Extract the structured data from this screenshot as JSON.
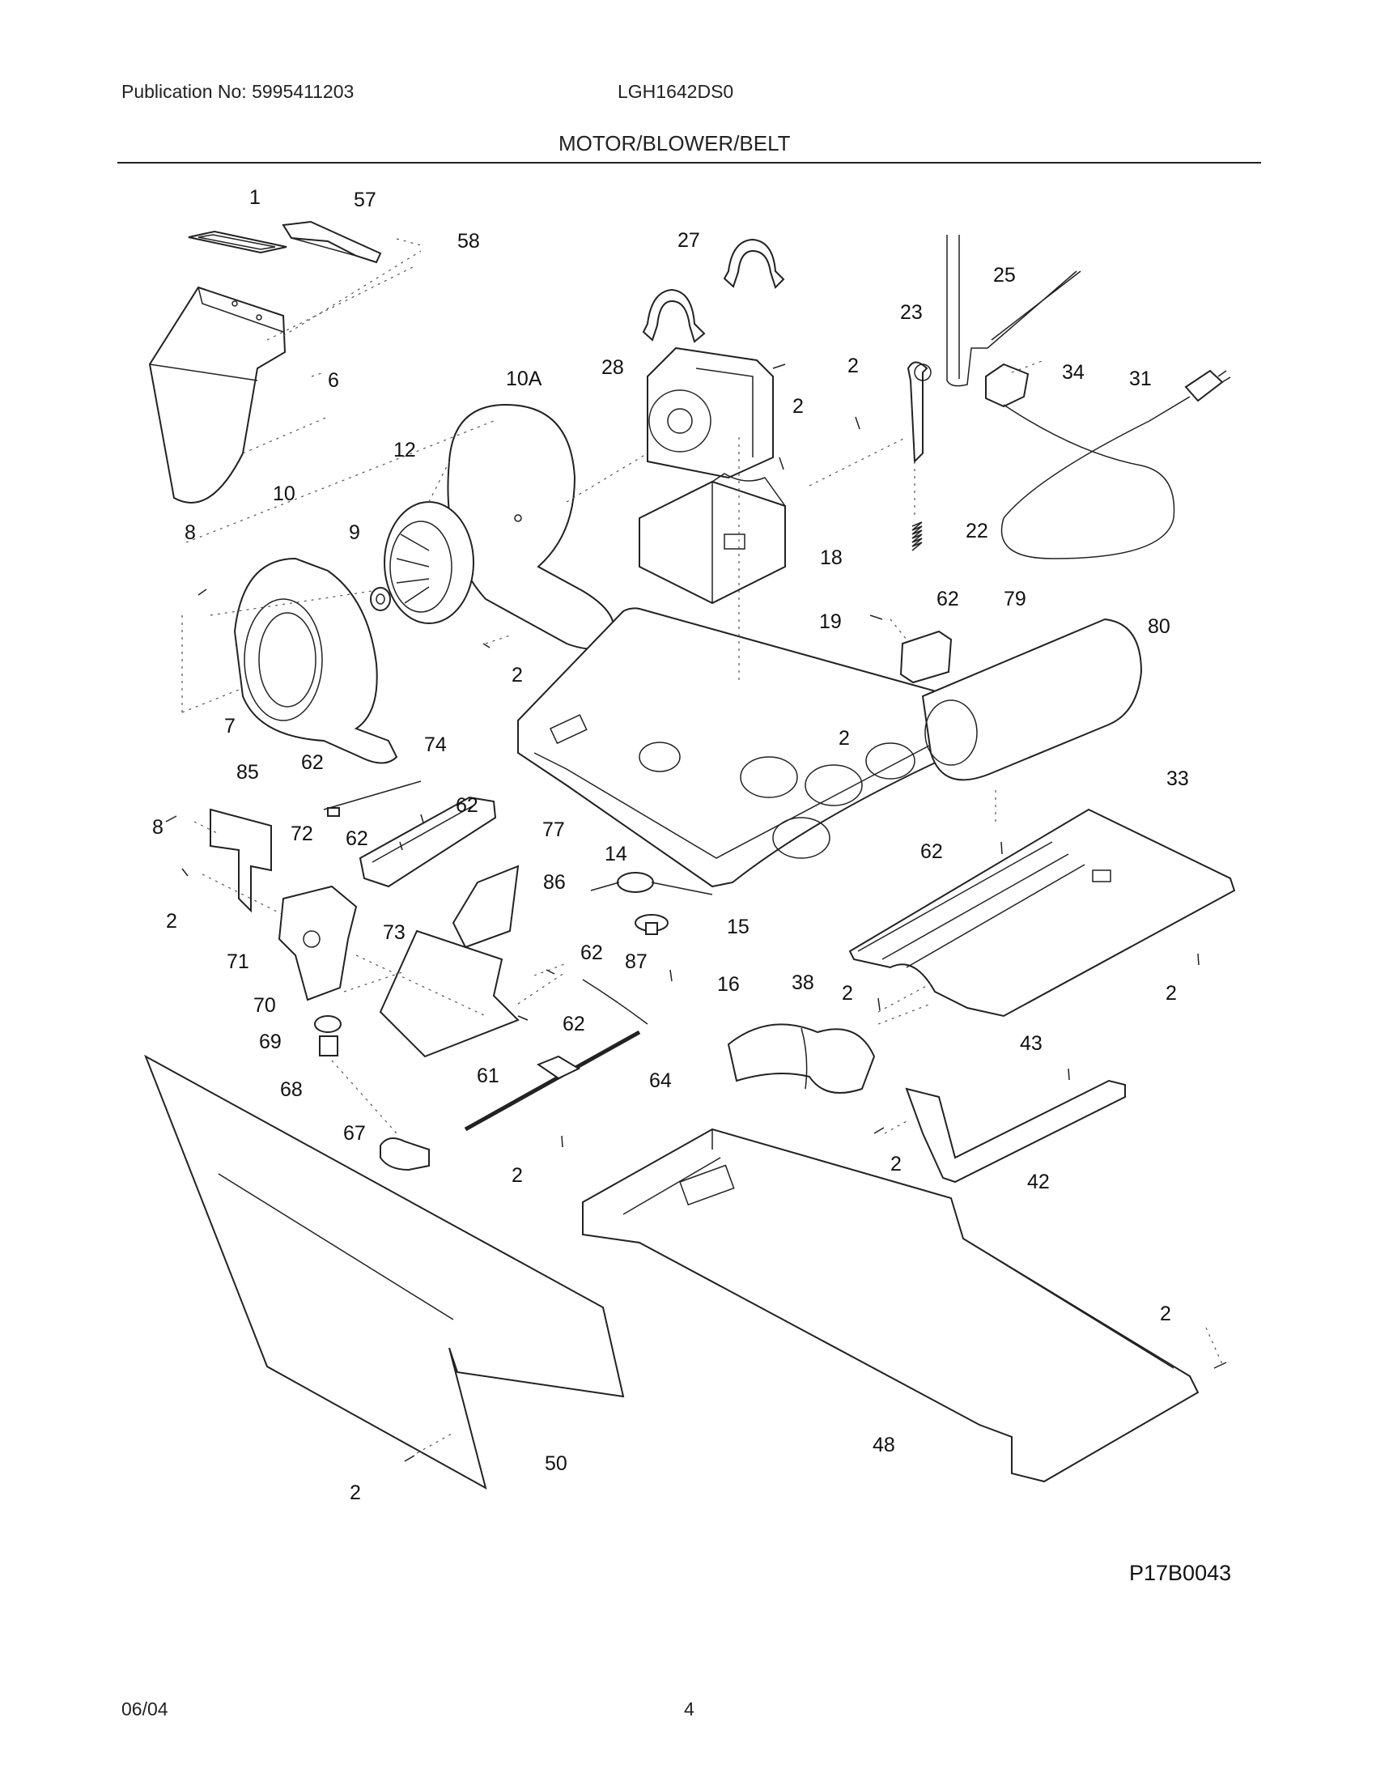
{
  "header": {
    "publication": "Publication No: 5995411203",
    "model": "LGH1642DS0",
    "section_title": "MOTOR/BLOWER/BELT"
  },
  "diagram": {
    "callouts": [
      {
        "id": "c1",
        "text": "1"
      },
      {
        "id": "c57",
        "text": "57"
      },
      {
        "id": "c58",
        "text": "58"
      },
      {
        "id": "c6",
        "text": "6"
      },
      {
        "id": "c27",
        "text": "27"
      },
      {
        "id": "c25",
        "text": "25"
      },
      {
        "id": "c23",
        "text": "23"
      },
      {
        "id": "c28",
        "text": "28"
      },
      {
        "id": "c10A",
        "text": "10A"
      },
      {
        "id": "c2a",
        "text": "2"
      },
      {
        "id": "c2b",
        "text": "2"
      },
      {
        "id": "c34",
        "text": "34"
      },
      {
        "id": "c31",
        "text": "31"
      },
      {
        "id": "c12",
        "text": "12"
      },
      {
        "id": "c10",
        "text": "10"
      },
      {
        "id": "c8a",
        "text": "8"
      },
      {
        "id": "c9",
        "text": "9"
      },
      {
        "id": "c22",
        "text": "22"
      },
      {
        "id": "c18",
        "text": "18"
      },
      {
        "id": "c62a",
        "text": "62"
      },
      {
        "id": "c79",
        "text": "79"
      },
      {
        "id": "c19",
        "text": "19"
      },
      {
        "id": "c80",
        "text": "80"
      },
      {
        "id": "c2c",
        "text": "2"
      },
      {
        "id": "c2d",
        "text": "2"
      },
      {
        "id": "c7",
        "text": "7"
      },
      {
        "id": "c85",
        "text": "85"
      },
      {
        "id": "c62b",
        "text": "62"
      },
      {
        "id": "c74",
        "text": "74"
      },
      {
        "id": "c33",
        "text": "33"
      },
      {
        "id": "c8b",
        "text": "8"
      },
      {
        "id": "c72",
        "text": "72"
      },
      {
        "id": "c62c",
        "text": "62"
      },
      {
        "id": "c77",
        "text": "77"
      },
      {
        "id": "c62d",
        "text": "62"
      },
      {
        "id": "c14",
        "text": "14"
      },
      {
        "id": "c62e",
        "text": "62"
      },
      {
        "id": "c86",
        "text": "86"
      },
      {
        "id": "c2e",
        "text": "2"
      },
      {
        "id": "c73",
        "text": "73"
      },
      {
        "id": "c15",
        "text": "15"
      },
      {
        "id": "c71",
        "text": "71"
      },
      {
        "id": "c62f",
        "text": "62"
      },
      {
        "id": "c87",
        "text": "87"
      },
      {
        "id": "c70",
        "text": "70"
      },
      {
        "id": "c16",
        "text": "16"
      },
      {
        "id": "c38",
        "text": "38"
      },
      {
        "id": "c2f",
        "text": "2"
      },
      {
        "id": "c2g",
        "text": "2"
      },
      {
        "id": "c62g",
        "text": "62"
      },
      {
        "id": "c69",
        "text": "69"
      },
      {
        "id": "c43",
        "text": "43"
      },
      {
        "id": "c61",
        "text": "61"
      },
      {
        "id": "c64",
        "text": "64"
      },
      {
        "id": "c68",
        "text": "68"
      },
      {
        "id": "c67",
        "text": "67"
      },
      {
        "id": "c2h",
        "text": "2"
      },
      {
        "id": "c2i",
        "text": "2"
      },
      {
        "id": "c42",
        "text": "42"
      },
      {
        "id": "c2j",
        "text": "2"
      },
      {
        "id": "c48",
        "text": "48"
      },
      {
        "id": "c50",
        "text": "50"
      },
      {
        "id": "c2k",
        "text": "2"
      }
    ]
  },
  "drawing_code": "P17B0043",
  "footer": {
    "date": "06/04",
    "page": "4"
  }
}
